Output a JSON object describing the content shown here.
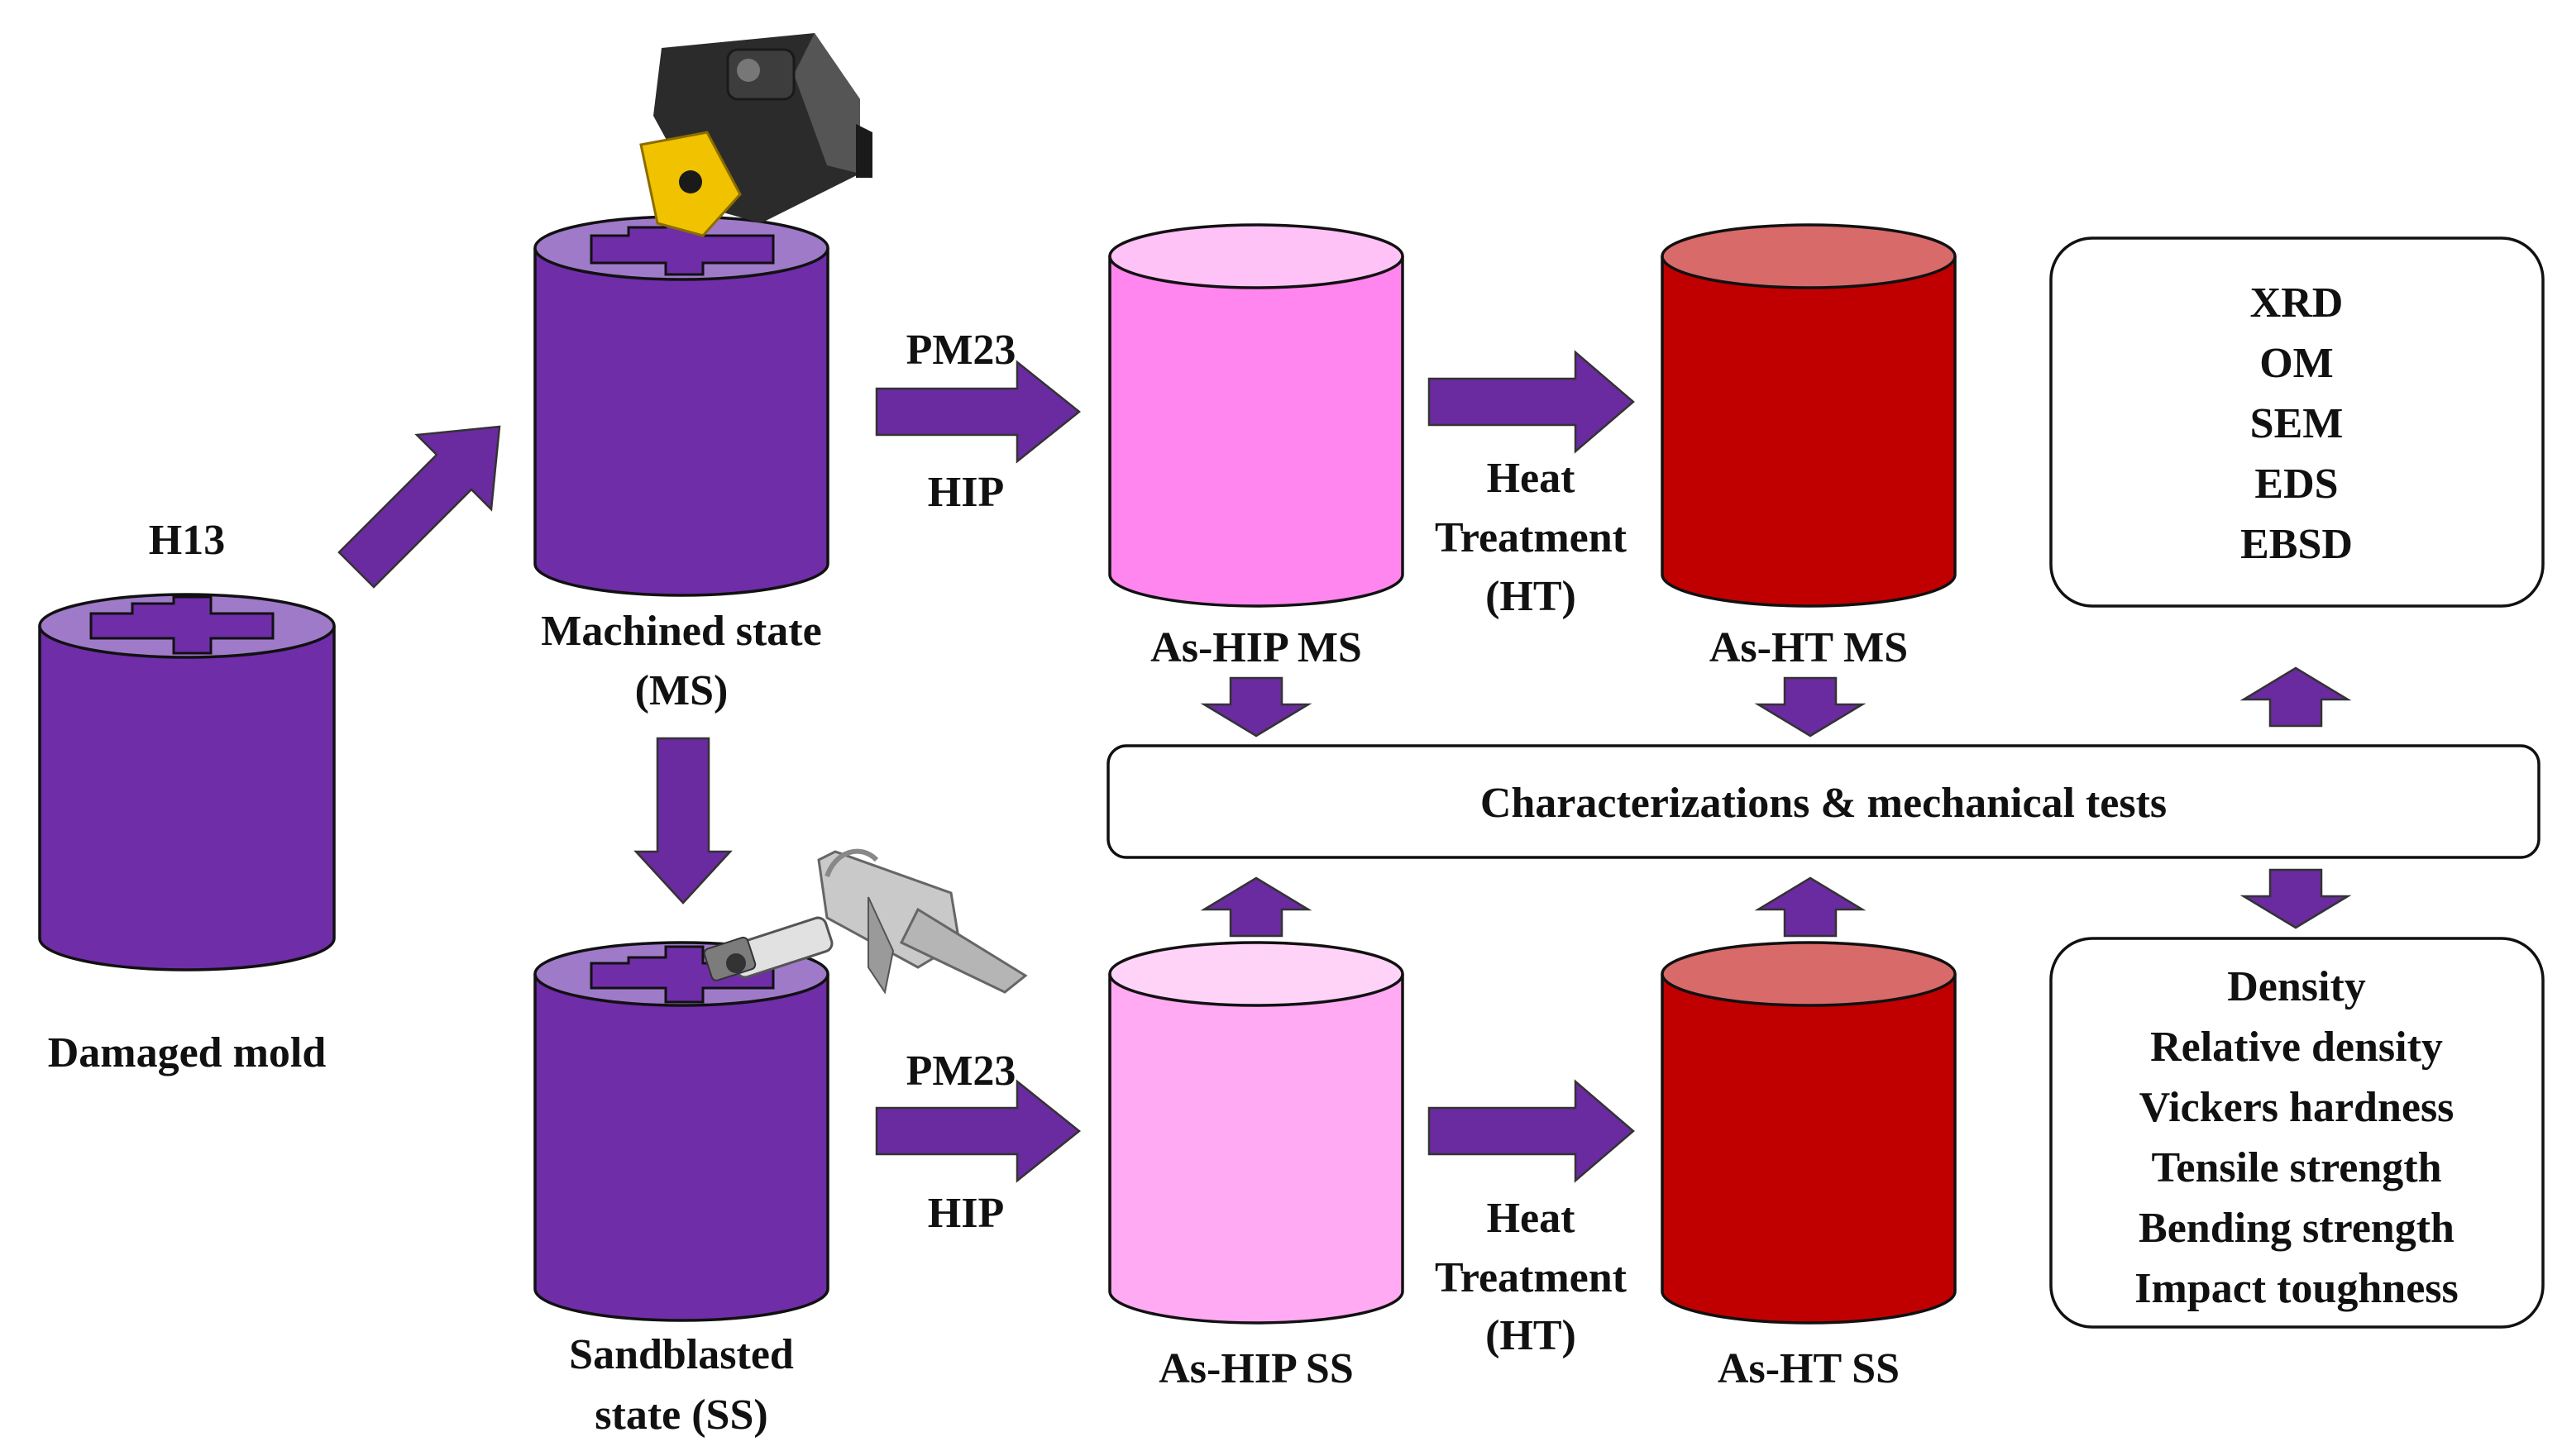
{
  "colors": {
    "purple": "#6f2da8",
    "purple_top": "#9f7ac9",
    "purple_arrow": "#6a2aa0",
    "pink_body": "#ff86ee",
    "pink_top": "#ffc2f7",
    "pink_light_body": "#ffaaf2",
    "pink_light_top": "#ffd3f8",
    "red_body": "#c00000",
    "red_top": "#d86a6a",
    "outline": "#111111"
  },
  "icons": {
    "cutting_tool": "lathe-cutting-insert-icon",
    "sandblaster": "sandblast-gun-icon"
  },
  "damaged": {
    "material": "H13",
    "label": "Damaged mold"
  },
  "machined": {
    "line1": "Machined state",
    "line2": "(MS)"
  },
  "sandblasted": {
    "line1": "Sandblasted",
    "line2": "state (SS)"
  },
  "process_top": {
    "powder": "PM23",
    "method": "HIP"
  },
  "process_bottom": {
    "powder": "PM23",
    "method": "HIP"
  },
  "heat_top": {
    "line1": "Heat",
    "line2": "Treatment",
    "line3": "(HT)"
  },
  "heat_bottom": {
    "line1": "Heat",
    "line2": "Treatment",
    "line3": "(HT)"
  },
  "samples": {
    "hip_ms": "As-HIP MS",
    "ht_ms": "As-HT MS",
    "hip_ss": "As-HIP SS",
    "ht_ss": "As-HT SS"
  },
  "center_box": "Characterizations & mechanical tests",
  "microstructure_tests": [
    "XRD",
    "OM",
    "SEM",
    "EDS",
    "EBSD"
  ],
  "mechanical_tests": [
    "Density",
    "Relative density",
    "Vickers hardness",
    "Tensile strength",
    "Bending strength",
    "Impact toughness"
  ]
}
